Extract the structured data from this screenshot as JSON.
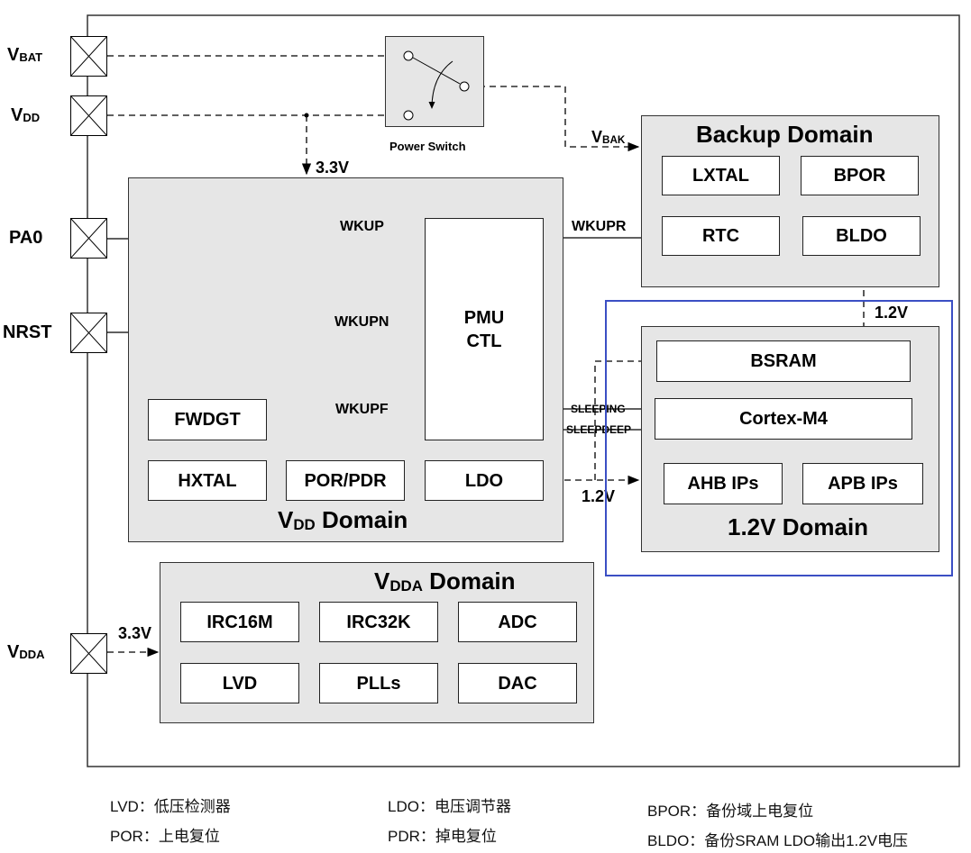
{
  "pins": {
    "vbat": {
      "main": "V",
      "sub": "BAT"
    },
    "vdd": {
      "main": "V",
      "sub": "DD"
    },
    "pa0": "PA0",
    "nrst": "NRST",
    "vdda": {
      "main": "V",
      "sub": "DDA"
    }
  },
  "power_switch": "Power Switch",
  "vbak": {
    "main": "V",
    "sub": "BAK"
  },
  "voltage_3v3": "3.3V",
  "voltage_1v2": "1.2V",
  "backup_domain": {
    "title": "Backup Domain",
    "blocks": [
      "LXTAL",
      "BPOR",
      "RTC",
      "BLDO"
    ]
  },
  "vdd_domain": {
    "title_main": "V",
    "title_sub": "DD",
    "title_rest": " Domain",
    "pmu": "PMU\nCTL",
    "blocks": [
      "FWDGT",
      "HXTAL",
      "POR/PDR",
      "LDO"
    ]
  },
  "domain_1v2": {
    "title": "1.2V Domain",
    "blocks": [
      "BSRAM",
      "Cortex-M4",
      "AHB IPs",
      "APB IPs"
    ]
  },
  "vdda_domain": {
    "title_main": "V",
    "title_sub": "DDA",
    "title_rest": " Domain",
    "blocks": [
      "IRC16M",
      "IRC32K",
      "ADC",
      "LVD",
      "PLLs",
      "DAC"
    ]
  },
  "signals": {
    "wkup": "WKUP",
    "wkupn": "WKUPN",
    "wkupf": "WKUPF",
    "wkupr": "WKUPR",
    "sleeping": "SLEEPING",
    "sleepdeep": "SLEEPDEEP"
  },
  "legend": [
    "LVD：低压检测器",
    "POR：上电复位",
    "LDO：电压调节器",
    "PDR：掉电复位",
    "BPOR：备份域上电复位",
    "BLDO：备份SRAM LDO输出1.2V电压"
  ],
  "colors": {
    "highlight": "#3b4fc4",
    "domain_fill": "#e6e6e6"
  }
}
